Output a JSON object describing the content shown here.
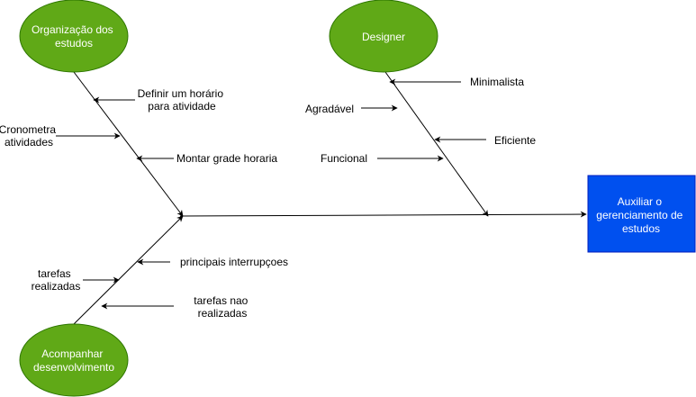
{
  "colors": {
    "ellipse_fill": "#60a917",
    "ellipse_stroke": "#2d7600",
    "effect_fill": "#0050ef",
    "effect_stroke": "#001dbc",
    "line": "#000000"
  },
  "nodes": {
    "organizacao": [
      "Organização dos",
      "estudos"
    ],
    "designer": [
      "Designer"
    ],
    "acompanhar": [
      "Acompanhar",
      "desenvolvimento"
    ],
    "effect": [
      "Auxiliar o",
      "gerenciamento de",
      "estudos"
    ]
  },
  "causes": {
    "definir_horario": [
      "Definir um horário",
      "para atividade"
    ],
    "cronometra": [
      "Cronometra",
      "atividades"
    ],
    "montar_grade": [
      "Montar grade horaria"
    ],
    "minimalista": [
      "Minimalista"
    ],
    "agradavel": [
      "Agradável"
    ],
    "eficiente": [
      "Eficiente"
    ],
    "funcional": [
      "Funcional"
    ],
    "interrupcoes": [
      "principais interrupçoes"
    ],
    "tarefas_realizadas": [
      "tarefas",
      "realizadas"
    ],
    "tarefas_nao_realizadas": [
      "tarefas nao",
      "realizadas"
    ]
  }
}
